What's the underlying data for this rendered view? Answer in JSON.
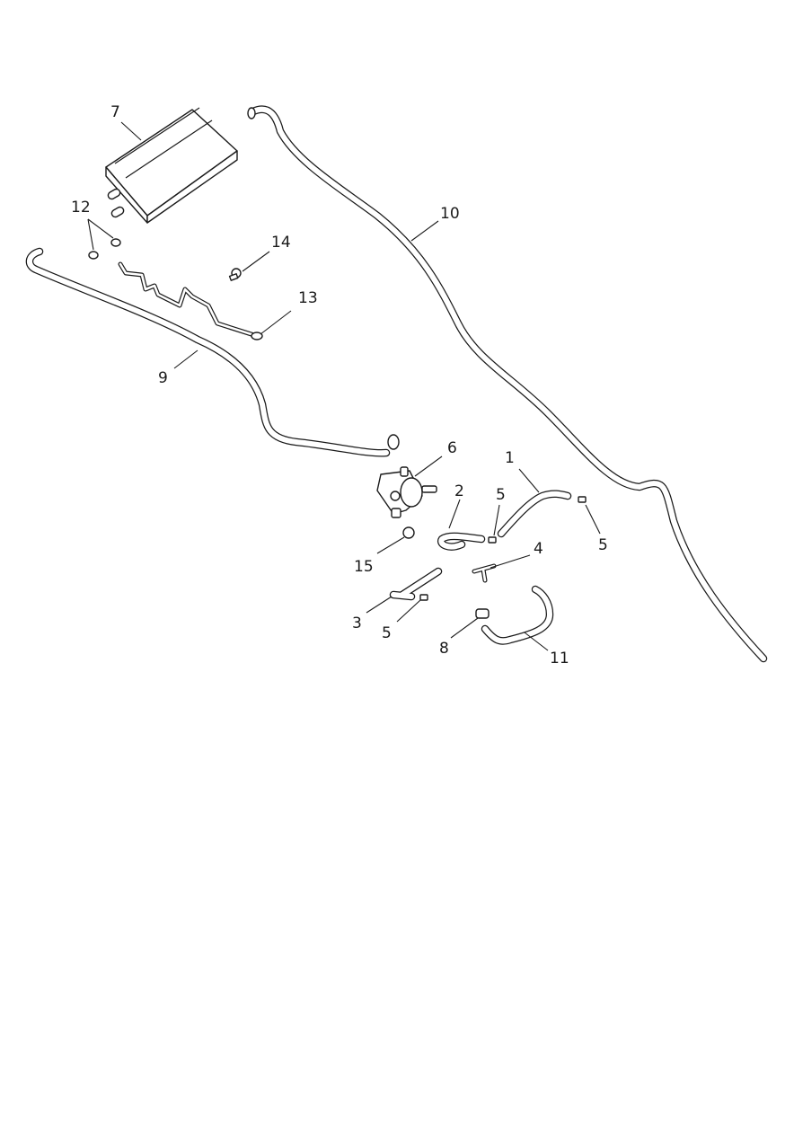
{
  "callouts": [
    {
      "id": "c1",
      "label": "1"
    },
    {
      "id": "c2",
      "label": "2"
    },
    {
      "id": "c3",
      "label": "3"
    },
    {
      "id": "c4",
      "label": "4"
    },
    {
      "id": "c5a",
      "label": "5"
    },
    {
      "id": "c5b",
      "label": "5"
    },
    {
      "id": "c5c",
      "label": "5"
    },
    {
      "id": "c6",
      "label": "6"
    },
    {
      "id": "c7",
      "label": "7"
    },
    {
      "id": "c8",
      "label": "8"
    },
    {
      "id": "c9",
      "label": "9"
    },
    {
      "id": "c10",
      "label": "10"
    },
    {
      "id": "c11",
      "label": "11"
    },
    {
      "id": "c12",
      "label": "12"
    },
    {
      "id": "c13",
      "label": "13"
    },
    {
      "id": "c14",
      "label": "14"
    },
    {
      "id": "c15",
      "label": "15"
    }
  ]
}
